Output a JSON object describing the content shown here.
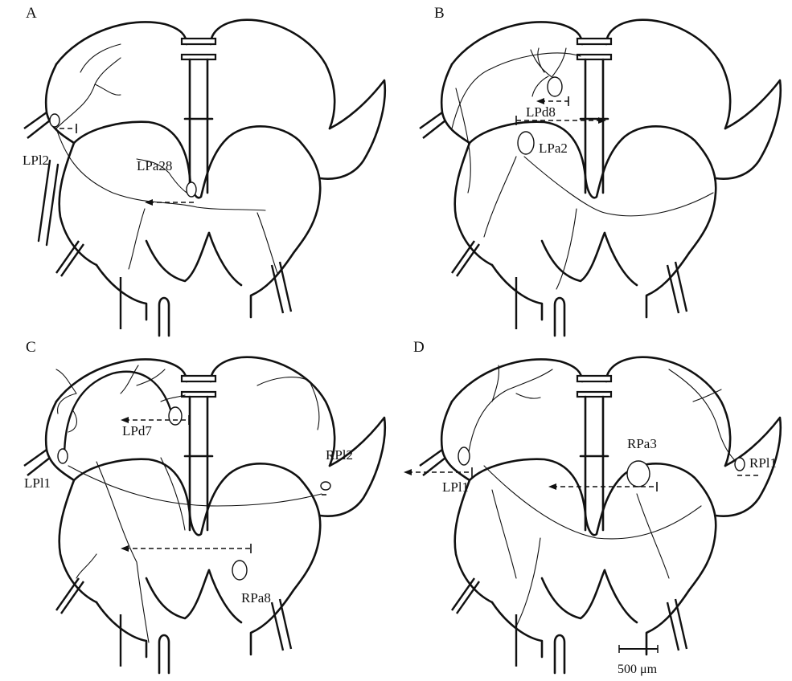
{
  "panels": [
    {
      "letter": "A",
      "labels": [
        "LPl2",
        "LPa28"
      ]
    },
    {
      "letter": "B",
      "labels": [
        "LPd8",
        "LPa2"
      ]
    },
    {
      "letter": "C",
      "labels": [
        "LPl1",
        "LPd7",
        "RPl2",
        "RPa8"
      ]
    },
    {
      "letter": "D",
      "labels": [
        "LPl1",
        "RPa3",
        "RPl1"
      ]
    }
  ],
  "scale_bar": {
    "label": "500 μm"
  }
}
